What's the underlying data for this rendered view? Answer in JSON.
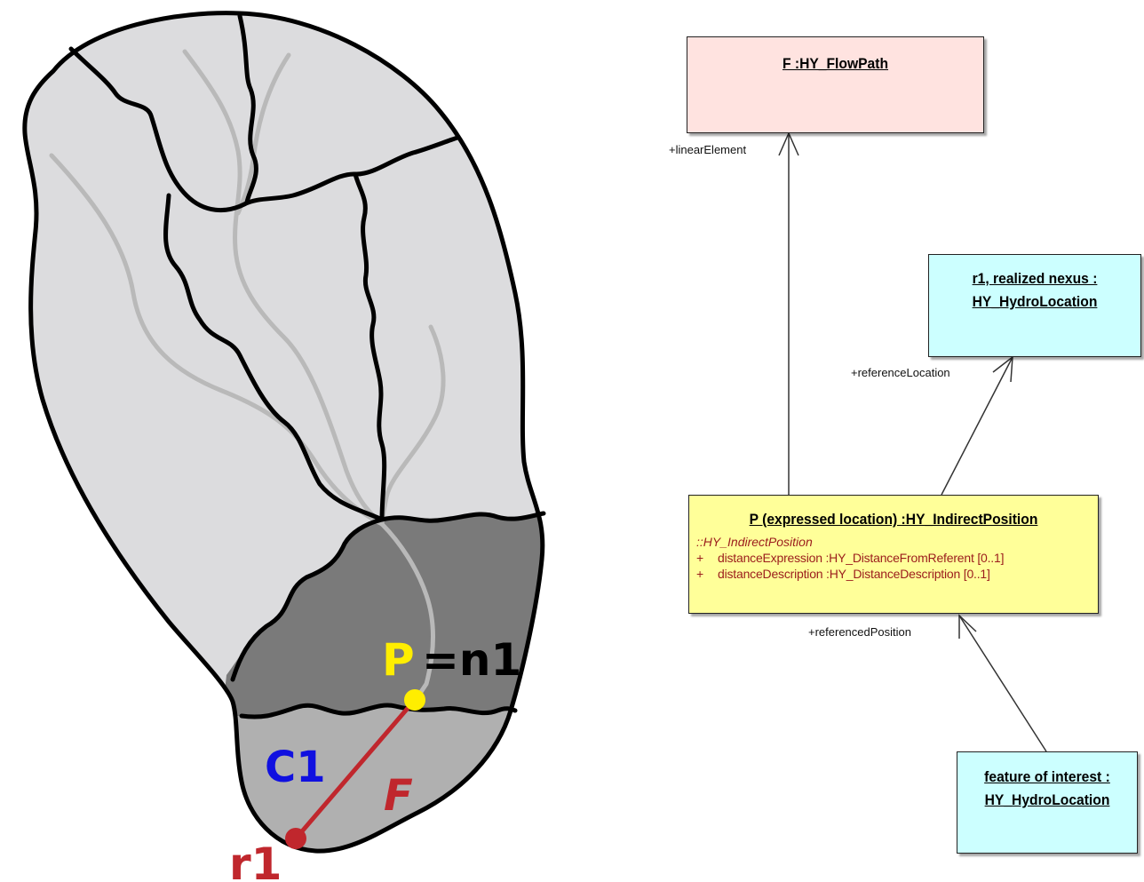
{
  "map": {
    "labels": {
      "P": "P",
      "n1": "=n1",
      "C1": "C1",
      "F": "F",
      "r1": "r1"
    },
    "colors": {
      "catchment_light": "#dcdcde",
      "catchment_dark": "#7a7a7a",
      "catchment_lower": "#b0b0b0",
      "stream": "#b9b9b9",
      "flowpath": "#c0272d",
      "point_P": "#ffee00",
      "label_P": "#ffee00",
      "label_C1": "#1010e0",
      "label_F": "#c0272d",
      "label_r1": "#c0272d"
    }
  },
  "uml": {
    "flowpath": {
      "title": "F :HY_FlowPath ",
      "fill": "#ffe3e0"
    },
    "realized_nexus": {
      "title_line1": "r1, realized nexus :",
      "title_line2": "HY_HydroLocation",
      "fill": "#ccffff"
    },
    "indirect_position": {
      "title": "P (expressed location) :HY_IndirectPosition",
      "stereotype": "::HY_IndirectPosition",
      "attributes": [
        {
          "vis": "+",
          "text": "distanceExpression  :HY_DistanceFromReferent [0..1]"
        },
        {
          "vis": "+",
          "text": "distanceDescription  :HY_DistanceDescription [0..1]"
        }
      ],
      "fill": "#ffff99"
    },
    "feature_of_interest": {
      "title_line1": "feature of interest  :",
      "title_line2": "HY_HydroLocation",
      "fill": "#ccffff"
    },
    "roles": {
      "linear_element": "+linearElement",
      "reference_location": "+referenceLocation",
      "referenced_position": "+referencedPosition"
    }
  }
}
